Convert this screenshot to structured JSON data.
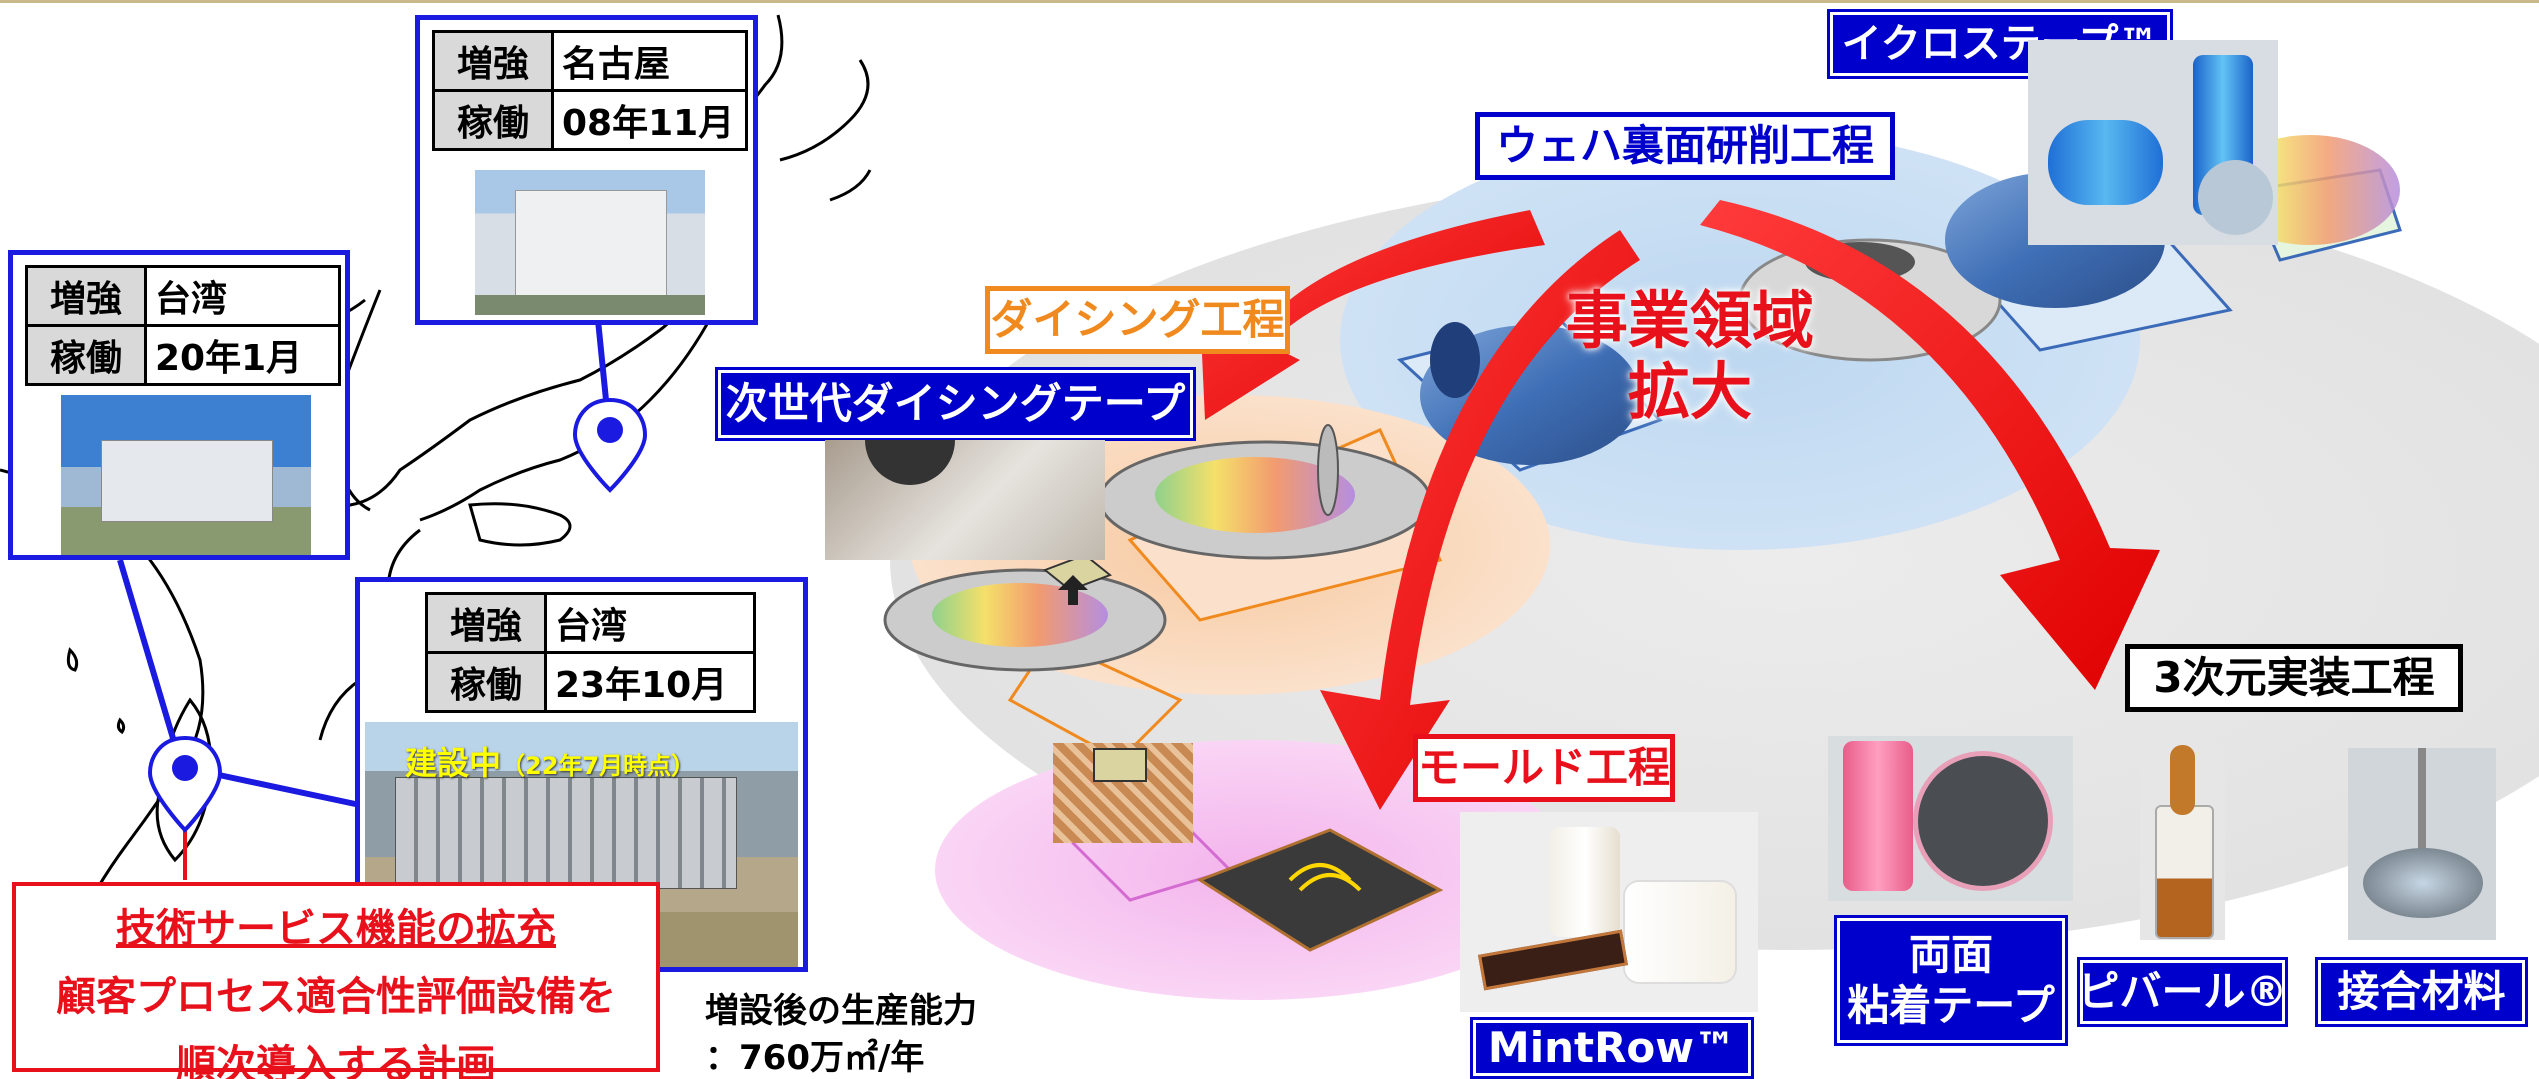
{
  "sites": [
    {
      "label_key": "増強",
      "value_key_text": "名古屋",
      "label_run": "稼働",
      "value_run": "08年11月"
    },
    {
      "label_key": "増強",
      "value_key_text": "台湾",
      "label_run": "稼働",
      "value_run": "20年1月"
    },
    {
      "label_key": "増強",
      "value_key_text": "台湾",
      "label_run": "稼働",
      "value_run": "23年10月"
    }
  ],
  "construction": {
    "main": "建設中",
    "note": "（22年7月時点）"
  },
  "service_box": {
    "line1": "技術サービス機能の拡充",
    "line2": "顧客プロセス適合性評価設備を",
    "line3": "順次導入する計画"
  },
  "capacity": {
    "line1": "増設後の生産能力",
    "line2": "：760万㎡/年"
  },
  "labels": {
    "icros_tape": "イクロステープ™",
    "backgrinding": "ウェハ裏面研削工程",
    "dicing": "ダイシング工程",
    "next_gen_dicing_tape": "次世代ダイシングテープ",
    "mold": "モールド工程",
    "mintrow": "MintRow™",
    "three_d": "3次元実装工程",
    "double_sided_line1": "両面",
    "double_sided_line2": "粘着テープ",
    "pibar": "ピバール®",
    "bonding": "接合材料"
  },
  "expansion": {
    "line1": "事業領域",
    "line2": "拡大"
  },
  "colors": {
    "blue": "#0000cc",
    "red": "#e8111b",
    "orange": "#f08a1e",
    "pin": "#1a1ae0"
  }
}
